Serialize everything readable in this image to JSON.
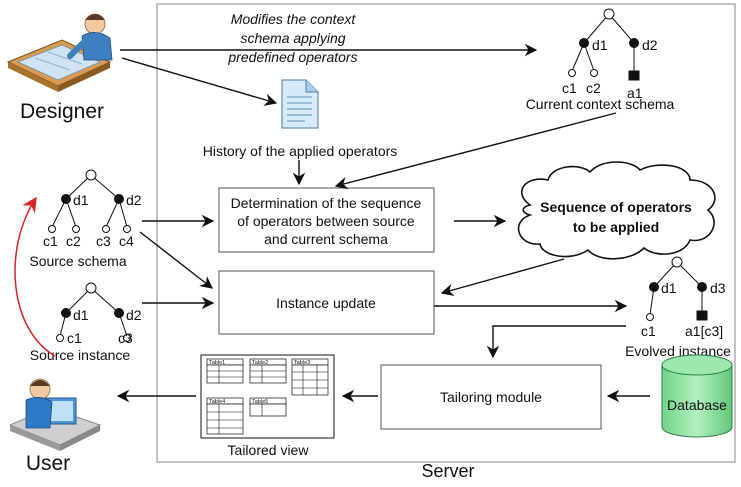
{
  "actors": {
    "designer": "Designer",
    "user": "User"
  },
  "server": {
    "label": "Server"
  },
  "annotations": {
    "modifies_line1": "Modifies the context",
    "modifies_line2": "schema applying",
    "modifies_line3": "predefined operators"
  },
  "history": {
    "label": "History of the applied operators"
  },
  "current_schema": {
    "label": "Current context schema",
    "nodes": [
      "d1",
      "d2",
      "c1",
      "c2",
      "a1"
    ]
  },
  "source_schema": {
    "label": "Source schema",
    "nodes": [
      "d1",
      "d2",
      "c1",
      "c2",
      "c3",
      "c4"
    ]
  },
  "source_instance": {
    "label": "Source instance",
    "nodes": [
      "d1",
      "d2",
      "c1",
      "c3"
    ]
  },
  "evolved_instance": {
    "label": "Evolved instance",
    "nodes": [
      "d1",
      "d3",
      "c1",
      "a1[c3]"
    ]
  },
  "boxes": {
    "determination_line1": "Determination of the sequence",
    "determination_line2": "of operators between source",
    "determination_line3": "and current schema",
    "instance_update": "Instance update",
    "tailoring": "Tailoring module"
  },
  "cloud": {
    "line1": "Sequence of operators",
    "line2": "to be applied"
  },
  "database": {
    "label": "Database",
    "color": "#8fe3a3"
  },
  "tailored_view": {
    "label": "Tailored view",
    "tables": [
      "Table1",
      "Table2",
      "Table3",
      "Table4",
      "Table5"
    ]
  },
  "colors": {
    "arrow": "#111111",
    "feedback_arrow": "#d8232a",
    "server_border": "#9a9a9a"
  }
}
